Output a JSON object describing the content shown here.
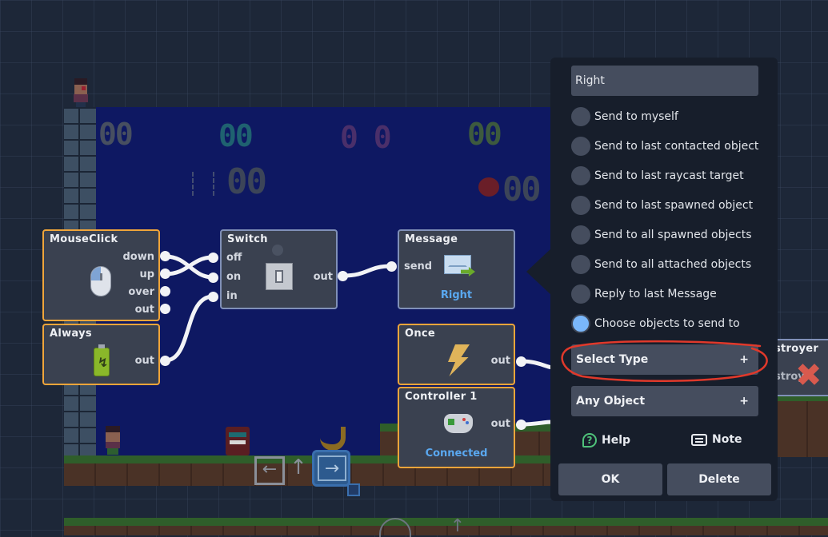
{
  "scene": {
    "scores": [
      {
        "value": "00",
        "color": "#474f60"
      },
      {
        "value": "00",
        "color": "#1f6270"
      },
      {
        "value": "0 0",
        "color": "#4a2f6a"
      },
      {
        "value": "00",
        "color": "#3d5a3e"
      }
    ],
    "counters": [
      {
        "value": "00",
        "icon": "ammo-icon"
      },
      {
        "value": "00",
        "icon": "apple-icon"
      }
    ]
  },
  "nodes": {
    "mouseclick": {
      "title": "MouseClick",
      "ports": [
        "down",
        "up",
        "over",
        "out"
      ],
      "icon": "mouse-icon"
    },
    "always": {
      "title": "Always",
      "ports": [
        "out"
      ],
      "icon": "battery-icon"
    },
    "switch": {
      "title": "Switch",
      "inputs": [
        "off",
        "on",
        "in"
      ],
      "output": "out",
      "icon": "light-switch-icon"
    },
    "message": {
      "title": "Message",
      "input": "send",
      "subtitle": "Right",
      "icon": "envelope-icon"
    },
    "once": {
      "title": "Once",
      "output": "out",
      "icon": "lightning-icon"
    },
    "controller": {
      "title": "Controller 1",
      "output": "out",
      "subtitle": "Connected",
      "icon": "gamepad-icon"
    },
    "destroyer": {
      "title": "stroyer",
      "label": "stroy",
      "icon": "x-icon"
    }
  },
  "popup": {
    "message_value": "Right",
    "options": [
      {
        "label": "Send to myself",
        "checked": false
      },
      {
        "label": "Send to last contacted object",
        "checked": false
      },
      {
        "label": "Send to last raycast target",
        "checked": false
      },
      {
        "label": "Send to last spawned object",
        "checked": false
      },
      {
        "label": "Send to all spawned objects",
        "checked": false
      },
      {
        "label": "Send to all attached objects",
        "checked": false
      },
      {
        "label": "Reply to last Message",
        "checked": false
      },
      {
        "label": "Choose objects to send to",
        "checked": true
      }
    ],
    "select_type": {
      "label": "Select Type",
      "plus": "+"
    },
    "any_object": {
      "label": "Any Object",
      "plus": "+"
    },
    "help_label": "Help",
    "note_label": "Note",
    "ok_label": "OK",
    "delete_label": "Delete",
    "colors": {
      "accent_radio": "#7ab7fa",
      "help_icon": "#4fc27a",
      "annotation": "#e0392b"
    }
  }
}
